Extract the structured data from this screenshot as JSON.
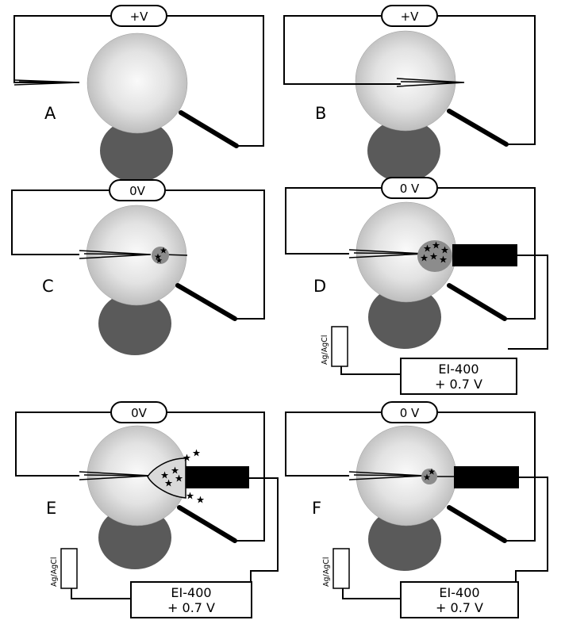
{
  "panels": [
    {
      "id": "A",
      "label": "A",
      "voltage": "+V"
    },
    {
      "id": "B",
      "label": "B",
      "voltage": "+V"
    },
    {
      "id": "C",
      "label": "C",
      "voltage": "0V"
    },
    {
      "id": "D",
      "label": "D",
      "voltage": "0 V",
      "amplifier": {
        "name": "EI-400",
        "setting": "+ 0.7 V"
      },
      "reference": "Ag/AgCl"
    },
    {
      "id": "E",
      "label": "E",
      "voltage": "0V",
      "amplifier": {
        "name": "EI-400",
        "setting": "+ 0.7 V"
      },
      "reference": "Ag/AgCl"
    },
    {
      "id": "F",
      "label": "F",
      "voltage": "0 V",
      "amplifier": {
        "name": "EI-400",
        "setting": "+ 0.7 V"
      },
      "reference": "Ag/AgCl"
    }
  ],
  "colors": {
    "cell_light": "#fafafa",
    "cell_mid": "#d4d4d4",
    "cell_dark": "#b4b4b4",
    "support": "#5a5a5a",
    "vesicle": "#8c8c8c",
    "electrode": "#000000"
  }
}
